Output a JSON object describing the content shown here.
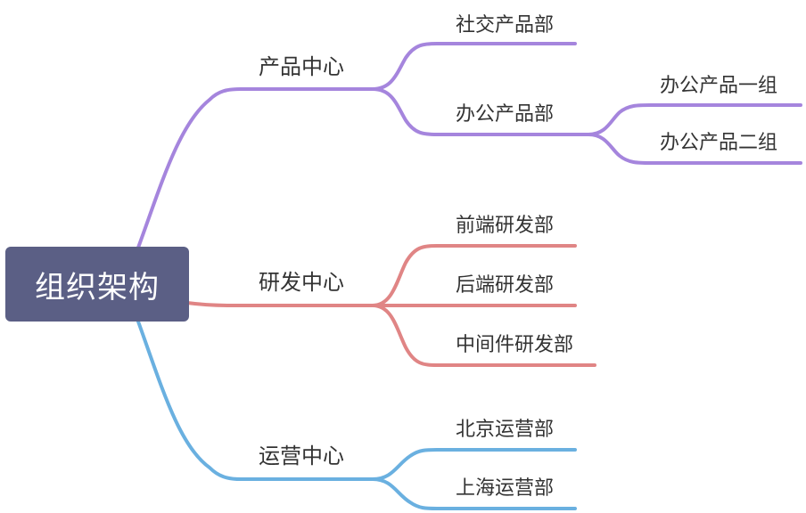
{
  "root": {
    "label": "组织架构",
    "color": "#5b5f85",
    "text_color": "#ffffff"
  },
  "branches": [
    {
      "label": "产品中心",
      "color": "#a585dd",
      "children": [
        {
          "label": "社交产品部",
          "children": []
        },
        {
          "label": "办公产品部",
          "children": [
            {
              "label": "办公产品一组"
            },
            {
              "label": "办公产品二组"
            }
          ]
        }
      ]
    },
    {
      "label": "研发中心",
      "color": "#e08585",
      "children": [
        {
          "label": "前端研发部",
          "children": []
        },
        {
          "label": "后端研发部",
          "children": []
        },
        {
          "label": "中间件研发部",
          "children": []
        }
      ]
    },
    {
      "label": "运营中心",
      "color": "#6ab0e0",
      "children": [
        {
          "label": "北京运营部",
          "children": []
        },
        {
          "label": "上海运营部",
          "children": []
        }
      ]
    }
  ]
}
